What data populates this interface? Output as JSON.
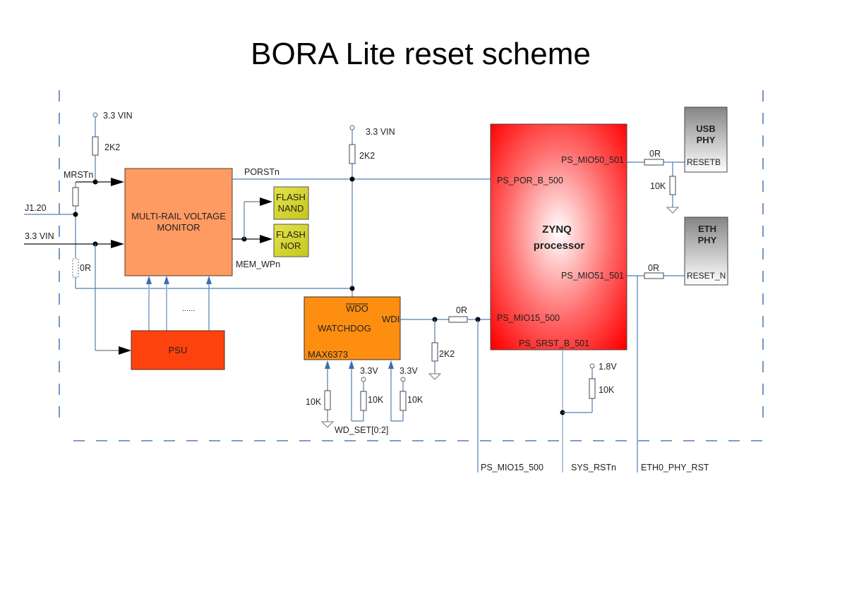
{
  "title": "BORA Lite reset scheme",
  "blocks": {
    "monitor": "MULTI-RAIL VOLTAGE MONITOR",
    "monitor_line1": "MULTI-RAIL VOLTAGE",
    "monitor_line2": "MONITOR",
    "psu": "PSU",
    "flash_nand_line1": "FLASH",
    "flash_nand_line2": "NAND",
    "flash_nor_line1": "FLASH",
    "flash_nor_line2": "NOR",
    "watchdog": "WATCHDOG",
    "watchdog_wdo": "WDO",
    "watchdog_wdi": "WDI",
    "watchdog_part": "MAX6373",
    "zynq_line1": "ZYNQ",
    "zynq_line2": "processor",
    "usb_phy_line1": "USB",
    "usb_phy_line2": "PHY",
    "usb_phy_pin": "RESETB",
    "eth_phy_line1": "ETH",
    "eth_phy_line2": "PHY",
    "eth_phy_pin": "RESET_N"
  },
  "zynq_pins": {
    "por": "PS_POR_B_500",
    "mio50": "PS_MIO50_501",
    "mio51": "PS_MIO51_501",
    "mio15": "PS_MIO15_500",
    "srst": "PS_SRST_B_501"
  },
  "nets": {
    "mrstn": "MRSTn",
    "porstn": "PORSTn",
    "mem_wpn": "MEM_WPn",
    "j1_20": "J1.20",
    "vin_left": "3.3 VIN",
    "wd_set": "WD_SET[0:2]",
    "ellipsis": "......",
    "out_mio15": "PS_MIO15_500",
    "out_sys_rstn": "SYS_RSTn",
    "out_eth0": "ETH0_PHY_RST"
  },
  "supplies": {
    "mrst_pullup": "3.3 VIN",
    "porst_pullup": "3.3 VIN",
    "wd_set1": "3.3V",
    "wd_set2": "3.3V",
    "srst_pullup": "1.8V"
  },
  "resistors": {
    "r_mrst_pullup": "2K2",
    "r_mrst_0r": "0R",
    "r_porst_pullup": "2K2",
    "r_wdi_series": "0R",
    "r_wdi_pulldown": "2K2",
    "r_wd0": "10K",
    "r_wd1": "10K",
    "r_wd2": "10K",
    "r_usb_series": "0R",
    "r_usb_pulldown": "10K",
    "r_eth_series": "0R",
    "r_srst_pullup": "10K"
  },
  "colors": {
    "monitor": "#fe9a62",
    "psu": "#fe420e",
    "flash": "#d7d72a",
    "watchdog": "#fe8e10",
    "zynq": "#ff0000",
    "phy_top": "#888888",
    "phy_bottom": "#ffffff",
    "wire": "#4f7fb8"
  }
}
